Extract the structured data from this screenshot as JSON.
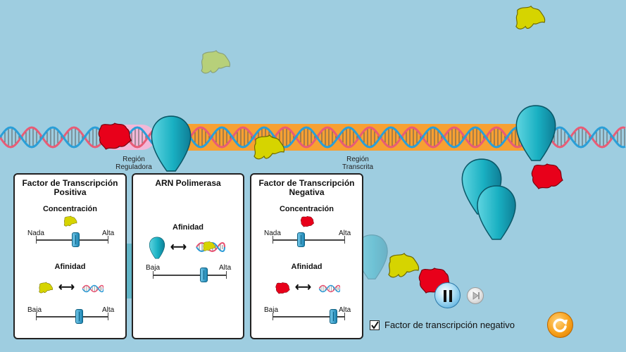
{
  "dna": {
    "regulatory_label": [
      "Región",
      "Reguladora"
    ],
    "transcribed_label": [
      "Región",
      "Transcrita"
    ]
  },
  "panels": {
    "positive": {
      "title": [
        "Factor de Transcripción",
        "Positiva"
      ],
      "concentration_label": "Concentración",
      "conc_min": "Nada",
      "conc_max": "Alta",
      "concentration": 0.55,
      "affinity_label": "Afinidad",
      "aff_min": "Baja",
      "aff_max": "Alta",
      "affinity": 0.6
    },
    "polymerase": {
      "title": "ARN Polimerasa",
      "affinity_label": "Afinidad",
      "aff_min": "Baja",
      "aff_max": "Alta",
      "affinity": 0.7
    },
    "negative": {
      "title": [
        "Factor de Transcripción",
        "Negativa"
      ],
      "concentration_label": "Concentración",
      "conc_min": "Nada",
      "conc_max": "Alta",
      "concentration": 0.4,
      "affinity_label": "Afinidad",
      "aff_min": "Baja",
      "aff_max": "Alta",
      "affinity": 0.85
    }
  },
  "controls": {
    "negative_factor_checkbox": {
      "label": "Factor de transcripción negativo",
      "checked": true
    },
    "pause_icon": "pause-icon",
    "step_icon": "step-forward-icon",
    "reset_icon": "reset-icon"
  },
  "colors": {
    "background": "#9ecde0",
    "positive_factor": "#d8d800",
    "negative_factor": "#e8001a",
    "polymerase": "#19b6c8",
    "regulatory_region": "#f2b8d8",
    "transcribed_region": "#f7a032"
  }
}
